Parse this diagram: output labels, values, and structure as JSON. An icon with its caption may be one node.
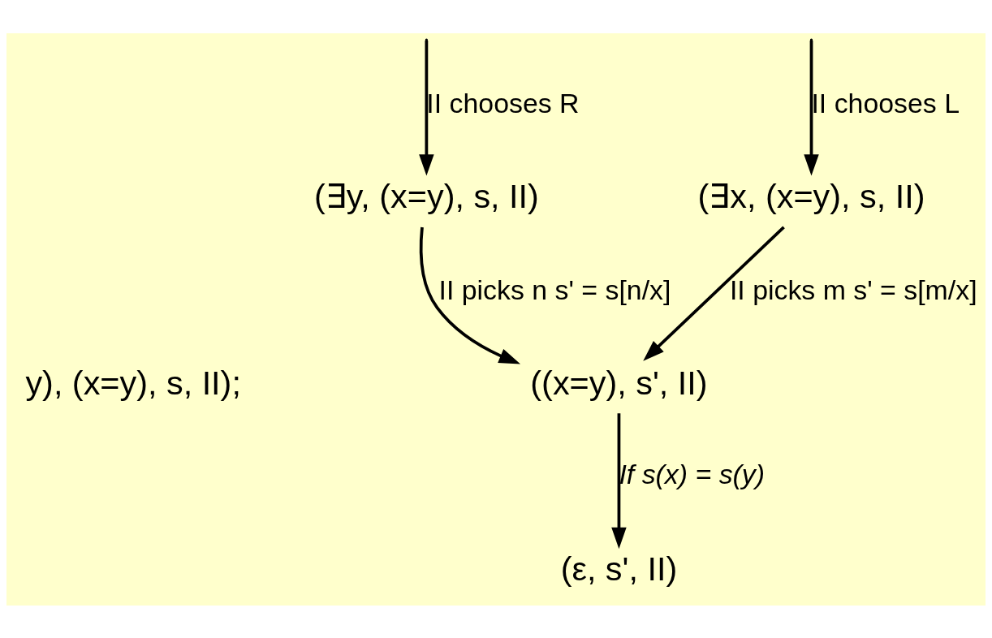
{
  "diagram": {
    "nodes": [
      {
        "text": [
          "(∃x, (x=y), s, II)"
        ]
      },
      {
        "text": [
          "(∃y, (x=y), s, II)"
        ]
      },
      {
        "text": [
          "((x=y), s', II)"
        ]
      },
      {
        "text": [
          "(ε, s', II)"
        ]
      }
    ],
    "edges": [
      {
        "from": null,
        "to": 0,
        "arrow": "to",
        "label": "II chooses L"
      },
      {
        "from": null,
        "to": 1,
        "arrow": "to",
        "label": "II chooses R"
      },
      {
        "from": 0,
        "to": 2,
        "arrow": "to",
        "label": "II picks m s' = s[m/x]"
      },
      {
        "from": 1,
        "to": 2,
        "arrow": "to",
        "label": "II picks n s' = s[n/x]"
      },
      {
        "from": 2,
        "to": 3,
        "arrow": "to",
        "label": "If s(x) = s(y)"
      }
    ],
    "labels": [
      "y), (x=y), s, II);"
    ]
  }
}
